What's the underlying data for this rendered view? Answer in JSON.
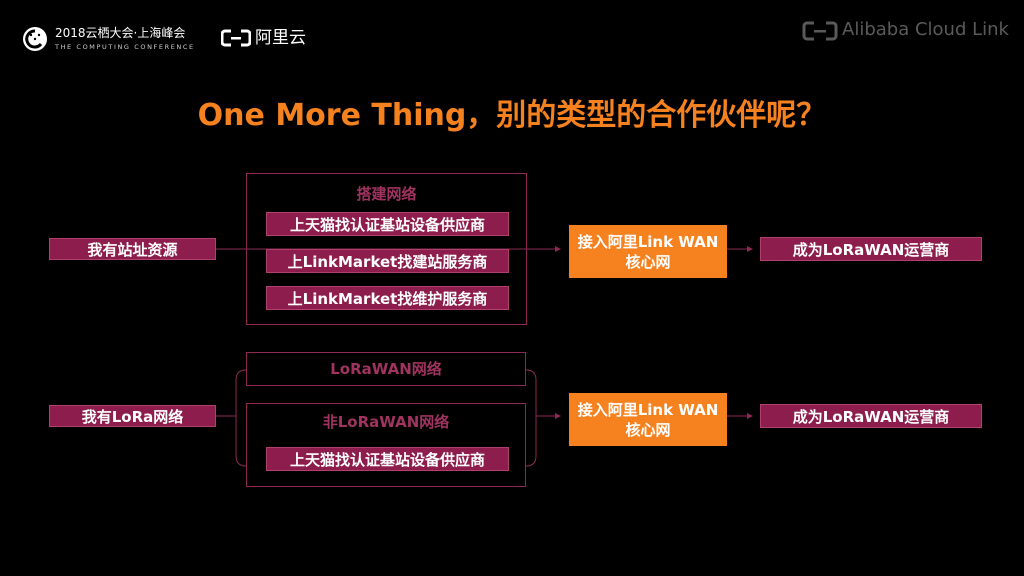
{
  "header": {
    "event_title": "2018云栖大会·上海峰会",
    "event_subtitle": "THE COMPUTING CONFERENCE",
    "aliyun_text": "阿里云",
    "alibaba_cloud_text": "Alibaba Cloud Link"
  },
  "title": "One More Thing，别的类型的合作伙伴呢？",
  "row1": {
    "source_label": "我有站址资源",
    "group_title": "搭建网络",
    "options": [
      "上天猫找认证基站设备供应商",
      "上LinkMarket找建站服务商",
      "上LinkMarket找维护服务商"
    ],
    "access_line1": "接入阿里Link WAN",
    "access_line2": "核心网",
    "result_label": "成为LoRaWAN运营商"
  },
  "row2": {
    "source_label": "我有LoRa网络",
    "group1_title": "LoRaWAN网络",
    "group2_title": "非LoRaWAN网络",
    "group2_option": "上天猫找认证基站设备供应商",
    "access_line1": "接入阿里Link WAN",
    "access_line2": "核心网",
    "result_label": "成为LoRaWAN运营商"
  },
  "colors": {
    "accent_orange": "#f5811f",
    "tag_magenta": "#8c1d4c",
    "border_magenta": "#8c2a55",
    "background": "#000000"
  }
}
